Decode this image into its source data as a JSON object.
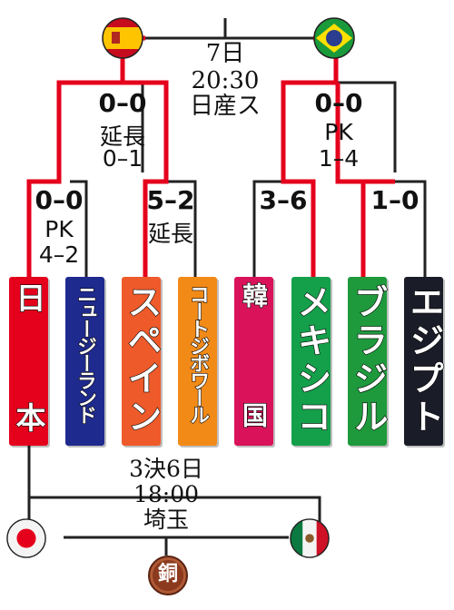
{
  "final": {
    "date": "7日",
    "time": "20:30",
    "venue": "日産ス"
  },
  "semifinals": [
    {
      "score": "0–0",
      "detail_1": "延長",
      "detail_2": "0–1"
    },
    {
      "score": "0–0",
      "detail_1": "PK",
      "detail_2": "1–4"
    }
  ],
  "quarterfinals": [
    {
      "score": "0–0",
      "detail_1": "PK",
      "detail_2": "4–2"
    },
    {
      "score": "5–2",
      "detail_1": "延長",
      "detail_2": ""
    },
    {
      "score": "3–6",
      "detail_1": "",
      "detail_2": ""
    },
    {
      "score": "1–0",
      "detail_1": "",
      "detail_2": ""
    }
  ],
  "teams": [
    {
      "name_top": "日",
      "name_bottom": "本",
      "color": "#e5001c"
    },
    {
      "name": "ニュージーランド",
      "color": "#1f2a8e"
    },
    {
      "name": "スペイン",
      "color": "#ef5a2a"
    },
    {
      "name": "コートジボワール",
      "color": "#f28a18"
    },
    {
      "name_top": "韓",
      "name_bottom": "国",
      "color": "#d9125a"
    },
    {
      "name": "メキシコ",
      "color": "#14a04a"
    },
    {
      "name": "ブラジル",
      "color": "#1e9a3c"
    },
    {
      "name": "エジプト",
      "color": "#1a1c28"
    }
  ],
  "third_place": {
    "date": "3決6日",
    "time": "18:00",
    "venue": "埼玉",
    "medal": "銅"
  },
  "flags": {
    "spain": "spain-flag-icon",
    "brazil": "brazil-flag-icon",
    "japan": "japan-flag-icon",
    "mexico": "mexico-flag-icon"
  },
  "colors": {
    "winner_line": "#e5001c",
    "bracket_line": "#222222",
    "medal_bronze": "#8b3a1e"
  }
}
